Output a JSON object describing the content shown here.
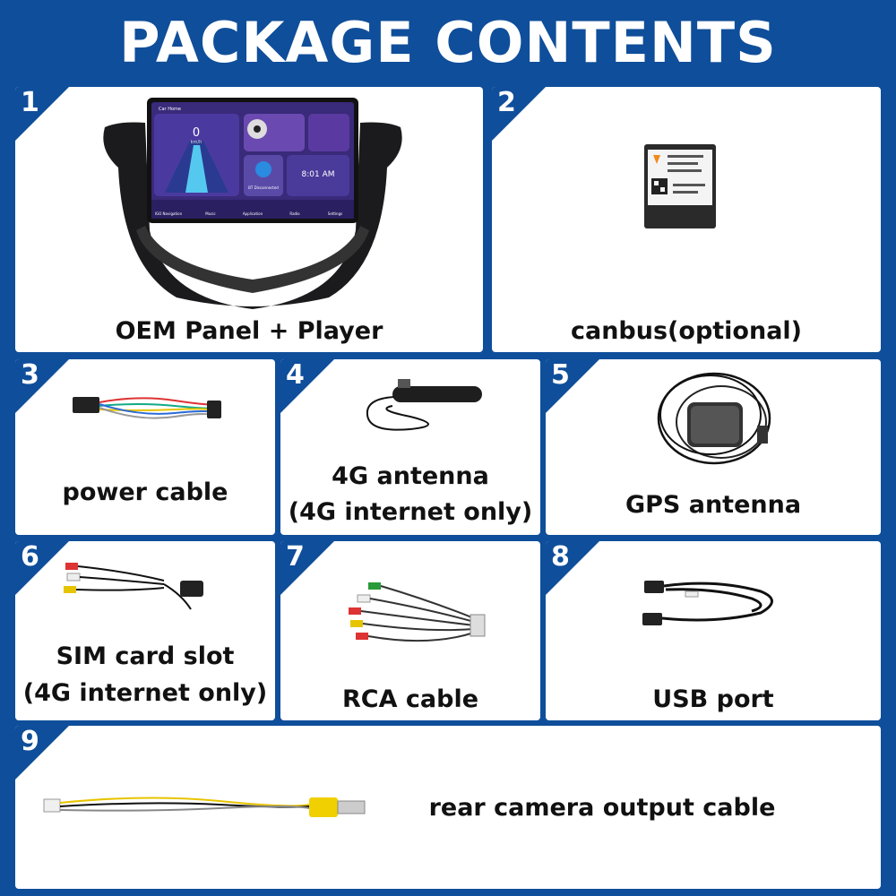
{
  "header": {
    "title": "PACKAGE CONTENTS"
  },
  "colors": {
    "brand_blue": "#0f4e9a",
    "card": "#ffffff"
  },
  "items": [
    {
      "number": "1",
      "label": "OEM Panel + Player",
      "icon": "radio-player-image",
      "screen": {
        "home": "Car Home",
        "speed": "0",
        "speed_unit": "km/h",
        "clock": "8:01 AM",
        "bt": "BT Disconnected",
        "apps": [
          "IGO Navigation",
          "Music",
          "Application",
          "Radio",
          "Settings"
        ]
      }
    },
    {
      "number": "2",
      "label": "canbus(optional)",
      "icon": "canbus-box-image"
    },
    {
      "number": "3",
      "label": "power cable",
      "icon": "power-harness-image"
    },
    {
      "number": "4",
      "label_line1": "4G antenna",
      "label_line2": "(4G internet only)",
      "icon": "4g-antenna-image"
    },
    {
      "number": "5",
      "label": "GPS antenna",
      "icon": "gps-antenna-image"
    },
    {
      "number": "6",
      "label_line1": "SIM card slot",
      "label_line2": "(4G internet only)",
      "icon": "sim-slot-cable-image"
    },
    {
      "number": "7",
      "label": "RCA cable",
      "icon": "rca-cable-image"
    },
    {
      "number": "8",
      "label": "USB port",
      "icon": "usb-cable-image"
    },
    {
      "number": "9",
      "label": "rear camera output cable",
      "icon": "camera-cable-image"
    }
  ]
}
